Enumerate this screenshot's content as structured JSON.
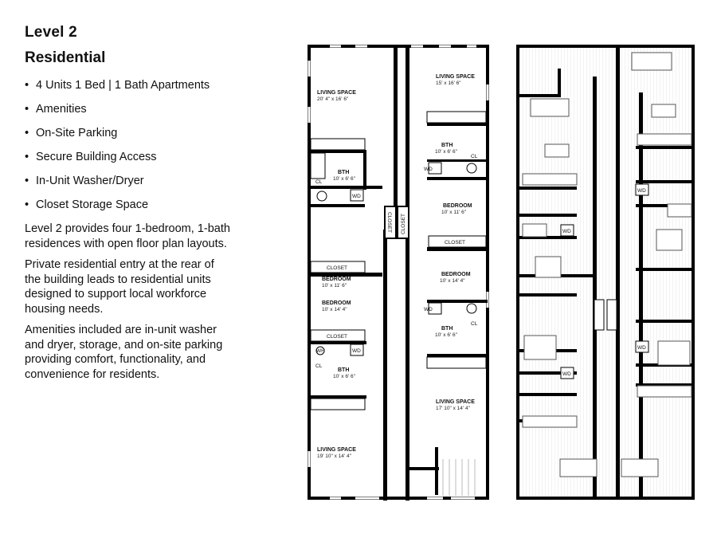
{
  "header": {
    "level": "Level 2",
    "section": "Residential"
  },
  "features": [
    "4 Units 1 Bed | 1 Bath Apartments",
    "Amenities",
    "On-Site Parking",
    "Secure Building Access",
    "In-Unit Washer/Dryer",
    "Closet Storage Space"
  ],
  "paragraphs": [
    "Level 2 provides four 1-bedroom, 1-bath residences with open floor plan layouts.",
    "Private residential entry at the rear of the building leads to residential units designed to support local workforce housing needs.",
    "Amenities included are in-unit washer and dryer, storage, and on-site parking providing comfort, functionality, and convenience for residents."
  ],
  "plan_left": {
    "units": [
      {
        "living": {
          "label": "LIVING SPACE",
          "dim": "20' 4\" x 16' 6\""
        },
        "bath": {
          "label": "BTH",
          "dim": "10' x 6' 6\""
        },
        "bedroom": {
          "label": "BEDROOM",
          "dim": "10' x 11' 6\""
        },
        "closet": "CLOSET"
      },
      {
        "living": {
          "label": "LIVING SPACE",
          "dim": "15' x 16' 6\""
        },
        "bath": {
          "label": "BTH",
          "dim": "10' x 6' 6\""
        },
        "bedroom": {
          "label": "BEDROOM",
          "dim": "10' x 11' 6\""
        },
        "closet": "CLOSET"
      },
      {
        "living": {
          "label": "LIVING SPACE",
          "dim": "19' 10\" x 14' 4\""
        },
        "bath": {
          "label": "BTH",
          "dim": "10' x 6' 6\""
        },
        "bedroom": {
          "label": "BEDROOM",
          "dim": "10' x 14' 4\""
        },
        "closet": "CLOSET"
      },
      {
        "living": {
          "label": "LIVING SPACE",
          "dim": "17' 10\" x 14' 4\""
        },
        "bath": {
          "label": "BTH",
          "dim": "10' x 6' 6\""
        },
        "bedroom": {
          "label": "BEDROOM",
          "dim": "10' x 14' 4\""
        }
      }
    ],
    "hall_closets": [
      "CLOSET",
      "CLOSET"
    ],
    "appliance_labels": {
      "cl": "CL",
      "wh": "WH",
      "wd": "WD"
    }
  },
  "plan_right": {
    "appliance_label": "WD"
  }
}
